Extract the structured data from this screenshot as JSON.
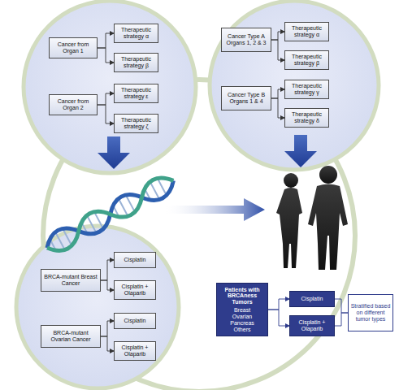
{
  "diagram": {
    "nodes": [
      {
        "text": [
          "Cancer from Organ 1"
        ]
      },
      {
        "text": [
          "Therapeutic strategy α"
        ]
      },
      {
        "text": [
          "Therapeutic strategy β"
        ]
      },
      {
        "text": [
          "Cancer from Organ 2"
        ]
      },
      {
        "text": [
          "Therapeutic strategy ε"
        ]
      },
      {
        "text": [
          "Therapeutic strategy ζ"
        ]
      },
      {
        "text": [
          "Cancer Type A Organs 1, 2 & 3"
        ]
      },
      {
        "text": [
          "Therapeutic strategy α"
        ]
      },
      {
        "text": [
          "Therapeutic strategy β"
        ]
      },
      {
        "text": [
          "Cancer Type B Organs 1 & 4"
        ]
      },
      {
        "text": [
          "Therapeutic strategy γ"
        ]
      },
      {
        "text": [
          "Therapeutic strategy δ"
        ]
      },
      {
        "text": [
          "BRCA-mutant Breast Cancer"
        ]
      },
      {
        "text": [
          "Cisplatin"
        ]
      },
      {
        "text": [
          "Cisplatin + Olaparib"
        ]
      },
      {
        "text": [
          "BRCA-mutant Ovarian Cancer"
        ]
      },
      {
        "text": [
          "Cisplatin"
        ]
      },
      {
        "text": [
          "Cisplatin + Olaparib"
        ]
      },
      {
        "text": [
          "Patients with BRCAness Tumors",
          "Breast Ovarian Pancreas Others"
        ]
      },
      {
        "text": [
          "Cisplatin"
        ]
      },
      {
        "text": [
          "Cisplatin + Olaparib"
        ]
      },
      {
        "text": [
          "Stratified based on different tumor types"
        ]
      }
    ],
    "edges": [
      {
        "from": 0,
        "to": 1,
        "arrow": "to"
      },
      {
        "from": 0,
        "to": 2,
        "arrow": "to"
      },
      {
        "from": 3,
        "to": 4,
        "arrow": "to"
      },
      {
        "from": 3,
        "to": 5,
        "arrow": "to"
      },
      {
        "from": 6,
        "to": 7,
        "arrow": "to"
      },
      {
        "from": 6,
        "to": 8,
        "arrow": "to"
      },
      {
        "from": 9,
        "to": 10,
        "arrow": "to"
      },
      {
        "from": 9,
        "to": 11,
        "arrow": "to"
      },
      {
        "from": 12,
        "to": 13,
        "arrow": "to"
      },
      {
        "from": 12,
        "to": 14,
        "arrow": "to"
      },
      {
        "from": 15,
        "to": 16,
        "arrow": "to"
      },
      {
        "from": 15,
        "to": 17,
        "arrow": "to"
      },
      {
        "from": 18,
        "to": 19,
        "arrow": "to"
      },
      {
        "from": 18,
        "to": 20,
        "arrow": "to"
      },
      {
        "from": 19,
        "to": 21,
        "arrow": "none"
      },
      {
        "from": 20,
        "to": 21,
        "arrow": "none"
      }
    ]
  }
}
